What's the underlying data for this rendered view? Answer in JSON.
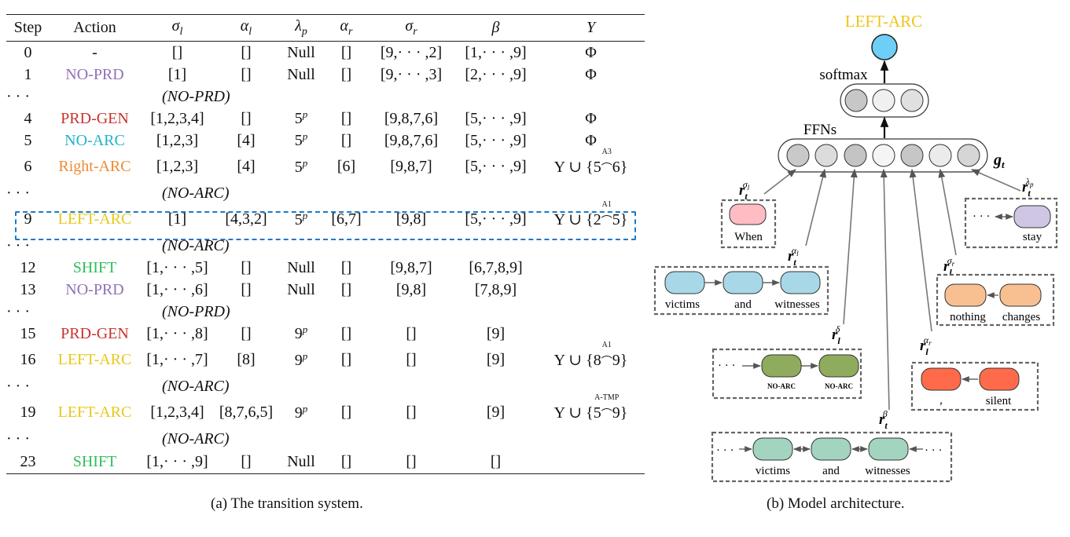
{
  "table": {
    "headers": [
      "Step",
      "Action",
      "σ",
      "α",
      "λ",
      "α",
      "σ",
      "β",
      "Y"
    ],
    "header_subs": [
      "",
      "",
      "l",
      "l",
      "p",
      "r",
      "r",
      "",
      ""
    ],
    "rows": [
      {
        "kind": "row",
        "step": "0",
        "action": "-",
        "action_color": "#111111",
        "sl": "[]",
        "al": "[]",
        "lp": "Null",
        "lp_sup": "",
        "ar": "[]",
        "sr": "[9,· · · ,2]",
        "b": "[1,· · · ,9]",
        "y": "Φ"
      },
      {
        "kind": "row",
        "step": "1",
        "action": "NO-PRD",
        "action_color": "#8f72b7",
        "sl": "[1]",
        "al": "[]",
        "lp": "Null",
        "lp_sup": "",
        "ar": "[]",
        "sr": "[9,· · · ,3]",
        "b": "[2,· · · ,9]",
        "y": "Φ"
      },
      {
        "kind": "note",
        "dots": "· · ·",
        "text": "(NO-PRD)"
      },
      {
        "kind": "row",
        "step": "4",
        "action": "PRD-GEN",
        "action_color": "#c8322c",
        "sl": "[1,2,3,4]",
        "al": "[]",
        "lp": "5",
        "lp_sup": "p",
        "ar": "[]",
        "sr": "[9,8,7,6]",
        "b": "[5,· · · ,9]",
        "y": "Φ"
      },
      {
        "kind": "row",
        "step": "5",
        "action": "NO-ARC",
        "action_color": "#22b3c8",
        "sl": "[1,2,3]",
        "al": "[4]",
        "lp": "5",
        "lp_sup": "p",
        "ar": "[]",
        "sr": "[9,8,7,6]",
        "b": "[5,· · · ,9]",
        "y": "Φ"
      },
      {
        "kind": "row",
        "tall": true,
        "step": "6",
        "action": "Right-ARC",
        "action_color": "#ee8b2f",
        "sl": "[1,2,3]",
        "al": "[4]",
        "lp": "5",
        "lp_sup": "p",
        "ar": "[6]",
        "sr": "[9,8,7]",
        "b": "[5,· · · ,9]",
        "y_pre": "Y ∪ {5",
        "y_arc": "A3",
        "y_post": "6}"
      },
      {
        "kind": "note",
        "dots": "· · ·",
        "text": "(NO-ARC)"
      },
      {
        "kind": "row",
        "tall": true,
        "step": "9",
        "action": "LEFT-ARC",
        "action_color": "#e8c81c",
        "sl": "[1]",
        "al": "[4,3,2]",
        "lp": "5",
        "lp_sup": "p",
        "ar": "[6,7]",
        "sr": "[9,8]",
        "b": "[5,· · · ,9]",
        "y_pre": "Y ∪ {2",
        "y_arc": "A1",
        "y_post": "5}"
      },
      {
        "kind": "note",
        "dots": "· · ·",
        "text": "(NO-ARC)"
      },
      {
        "kind": "row",
        "step": "12",
        "action": "SHIFT",
        "action_color": "#2fbf5a",
        "sl": "[1,· · · ,5]",
        "al": "[]",
        "lp": "Null",
        "lp_sup": "",
        "ar": "[]",
        "sr": "[9,8,7]",
        "b": "[6,7,8,9]",
        "y": ""
      },
      {
        "kind": "row",
        "step": "13",
        "action": "NO-PRD",
        "action_color": "#8f72b7",
        "sl": "[1,· · · ,6]",
        "al": "[]",
        "lp": "Null",
        "lp_sup": "",
        "ar": "[]",
        "sr": "[9,8]",
        "b": "[7,8,9]",
        "y": ""
      },
      {
        "kind": "note",
        "dots": "· · ·",
        "text": "(NO-PRD)"
      },
      {
        "kind": "row",
        "step": "15",
        "action": "PRD-GEN",
        "action_color": "#c8322c",
        "sl": "[1,· · · ,8]",
        "al": "[]",
        "lp": "9",
        "lp_sup": "p",
        "ar": "[]",
        "sr": "[]",
        "b": "[9]",
        "y": ""
      },
      {
        "kind": "row",
        "tall": true,
        "step": "16",
        "action": "LEFT-ARC",
        "action_color": "#e8c81c",
        "sl": "[1,· · · ,7]",
        "al": "[8]",
        "lp": "9",
        "lp_sup": "p",
        "ar": "[]",
        "sr": "[]",
        "b": "[9]",
        "y_pre": "Y ∪ {8",
        "y_arc": "A1",
        "y_post": "9}"
      },
      {
        "kind": "note",
        "dots": "· · ·",
        "text": "(NO-ARC)"
      },
      {
        "kind": "row",
        "tall": true,
        "step": "19",
        "action": "LEFT-ARC",
        "action_color": "#e8c81c",
        "sl": "[1,2,3,4]",
        "al": "[8,7,6,5]",
        "lp": "9",
        "lp_sup": "p",
        "ar": "[]",
        "sr": "[]",
        "b": "[9]",
        "y_pre": "Y ∪ {5",
        "y_arc": "A-TMP",
        "y_post": "9}"
      },
      {
        "kind": "note",
        "dots": "· · ·",
        "text": "(NO-ARC)"
      },
      {
        "kind": "row",
        "bottom": true,
        "step": "23",
        "action": "SHIFT",
        "action_color": "#2fbf5a",
        "sl": "[1,· · · ,9]",
        "al": "[]",
        "lp": "Null",
        "lp_sup": "",
        "ar": "[]",
        "sr": "[]",
        "b": "[]",
        "y": ""
      }
    ]
  },
  "captions": {
    "left": "(a)  The transition system.",
    "right": "(b)  Model architecture."
  },
  "diagram": {
    "output_label": "LEFT-ARC",
    "output_label_color": "#f0c419",
    "softmax_label": "softmax",
    "ffn_label": "FFNs",
    "g_label": "g",
    "g_sub": "t",
    "r_base": "r",
    "r_labels": {
      "sigma_l": {
        "sub": "t",
        "sup": "σ",
        "sup_sub": "l"
      },
      "alpha_l": {
        "sub": "t",
        "sup": "α",
        "sup_sub": "l"
      },
      "delta": {
        "sub": "l",
        "sup": "δ",
        "sup_sub": ""
      },
      "beta": {
        "sub": "t",
        "sup": "β",
        "sup_sub": ""
      },
      "alpha_r": {
        "sub": "l",
        "sup": "α",
        "sup_sub": "r"
      },
      "sigma_r": {
        "sub": "l",
        "sup": "σ",
        "sup_sub": "r"
      },
      "lambda_p": {
        "sub": "t",
        "sup": "λ",
        "sup_sub": "p"
      }
    },
    "words": {
      "when": "When",
      "stay": "stay",
      "victims": "victims",
      "and": "and",
      "witnesses": "witnesses",
      "nothing": "nothing",
      "changes": "changes",
      "noarc": "NO-ARC",
      "comma": ",",
      "silent": "silent",
      "dots": "· · ·"
    },
    "colors": {
      "sigma_l": "#ffbcc3",
      "alpha_l": "#a8d8e8",
      "delta": "#8fac5e",
      "beta": "#a3d4bf",
      "alpha_r": "#ff6b4a",
      "sigma_r": "#f8c091",
      "lambda_p": "#cfc6e3",
      "output": "#6ecff6"
    }
  }
}
